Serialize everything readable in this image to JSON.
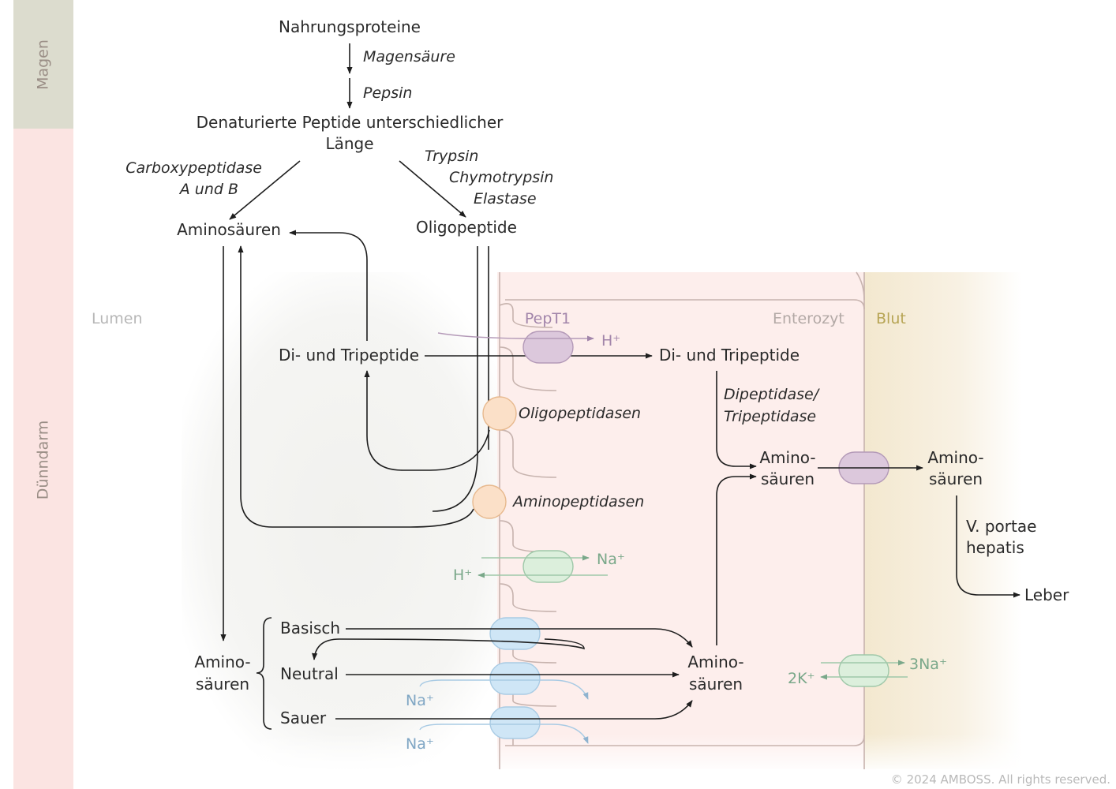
{
  "sidebar": {
    "magen": "Magen",
    "duenndarm": "Dünndarm"
  },
  "stomach": {
    "nahrungsproteine": "Nahrungsproteine",
    "magensaeure": "Magensäure",
    "pepsin": "Pepsin",
    "denaturierte_line1": "Denaturierte Peptide unterschiedlicher",
    "denaturierte_line2": "Länge"
  },
  "enzymes": {
    "carboxy_line1": "Carboxypeptidase",
    "carboxy_line2": "A und B",
    "trypsin": "Trypsin",
    "chymotrypsin": "Chymotrypsin",
    "elastase": "Elastase",
    "oligopeptidasen": "Oligopeptidasen",
    "aminopeptidasen": "Aminopeptidasen",
    "dipeptidase_line1": "Dipeptidase/",
    "dipeptidase_line2": "Tripeptidase"
  },
  "products": {
    "aminosaeuren": "Aminosäuren",
    "oligopeptide": "Oligopeptide",
    "di_tripeptide_lumen": "Di- und Tripeptide",
    "di_tripeptide_cell": "Di- und Tripeptide",
    "amino_hyphen": "Amino-",
    "saeuren": "säuren",
    "basisch": "Basisch",
    "neutral": "Neutral",
    "sauer": "Sauer",
    "v_portae_line1": "V. portae",
    "v_portae_line2": "hepatis",
    "leber": "Leber"
  },
  "zones": {
    "lumen": "Lumen",
    "enterozyt": "Enterozyt",
    "blut": "Blut"
  },
  "transporters": {
    "pept1": "PepT1",
    "h_plus": "H⁺",
    "na_plus": "Na⁺",
    "three_na": "3Na⁺",
    "two_k": "2K⁺"
  },
  "copyright": "© 2024 AMBOSS. All rights reserved.",
  "colors": {
    "magen_band": "#dcdcce",
    "duenndarm_band": "#fbe4e2",
    "enterocyte": "#fdeeec",
    "blood": "#f5ecd6",
    "pept1_fill": "#dcc8dc",
    "pept1_text": "#a285aa",
    "peptidase_fill": "#fbe0c8",
    "green_fill": "#dcefdc",
    "green_text": "#7aa88a",
    "blue_fill": "#cfe6f6",
    "blue_text": "#7fa6c4"
  }
}
